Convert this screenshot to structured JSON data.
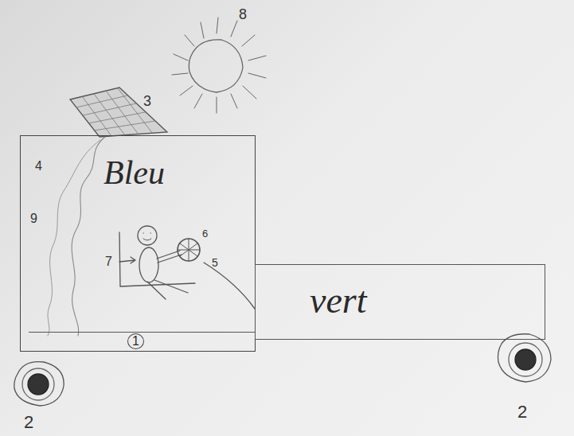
{
  "diagram": {
    "nodes": [
      {
        "text": [
          "Bleu"
        ]
      },
      {
        "text": [
          "1"
        ],
        "in": 0
      },
      {
        "text": [
          "vert"
        ]
      }
    ],
    "labels": [
      "2",
      "2",
      "3",
      "4",
      "5",
      "6",
      "7",
      "8",
      "9"
    ]
  }
}
